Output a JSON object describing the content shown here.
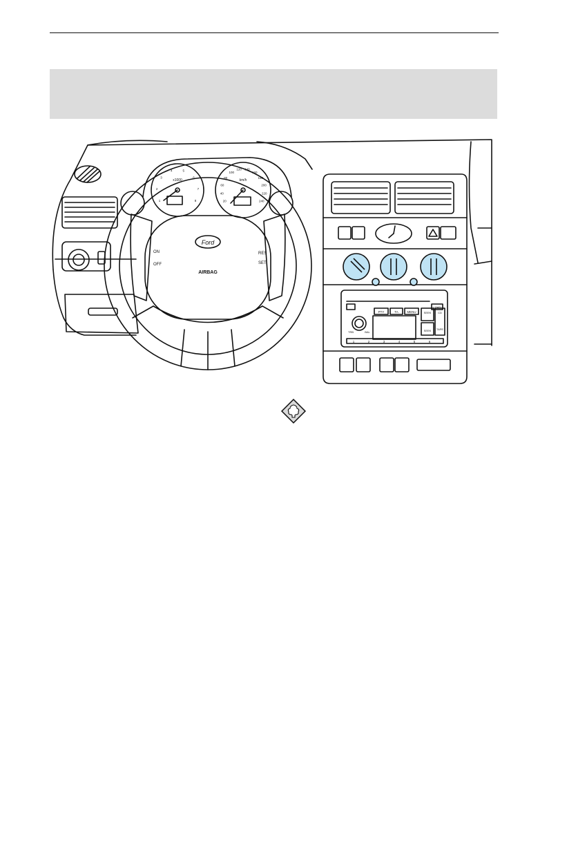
{
  "dashboard": {
    "tachometer": {
      "unit": "x1000",
      "scale": [
        "1",
        "2",
        "3",
        "4",
        "5",
        "6",
        "7",
        "8"
      ]
    },
    "speedometer": {
      "unit": "km/h",
      "scale": [
        "20",
        "40",
        "60",
        "80",
        "100",
        "120",
        "140",
        "160",
        "180",
        "200",
        "220",
        "240"
      ]
    },
    "steering_wheel": {
      "badge": "Ford",
      "airbag_label": "AIRBAG",
      "left_switches": [
        "ON",
        "OFF"
      ],
      "right_switches": [
        "RES",
        "SET"
      ]
    },
    "audio_unit": {
      "top_right_label": "LOAD",
      "buttons": [
        "PTY",
        "TA",
        "MENU",
        "SEEK",
        "SEEK",
        "CD",
        "TAPE",
        "TRB",
        "BAL"
      ],
      "presets": [
        "1",
        "2",
        "3",
        "4",
        "5",
        "6"
      ]
    }
  },
  "footer_icon": "eco-tree-icon"
}
